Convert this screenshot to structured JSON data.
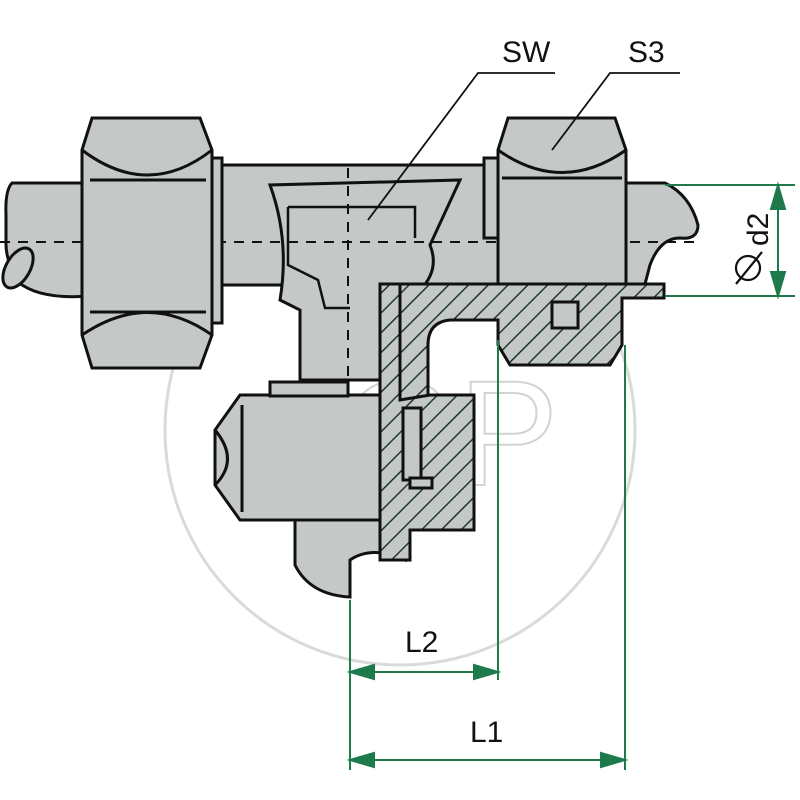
{
  "labels": {
    "sw": "SW",
    "s3": "S3",
    "d2": "d2",
    "l1": "L1",
    "l2": "L2"
  },
  "watermark": {
    "text": "AGP"
  },
  "colors": {
    "body": "#c4c8c6",
    "outline": "#111111",
    "dimension": "#1e7a4a",
    "hatch": "#1f3a2a",
    "watermark": "#d2d2d2",
    "background": "#ffffff"
  }
}
